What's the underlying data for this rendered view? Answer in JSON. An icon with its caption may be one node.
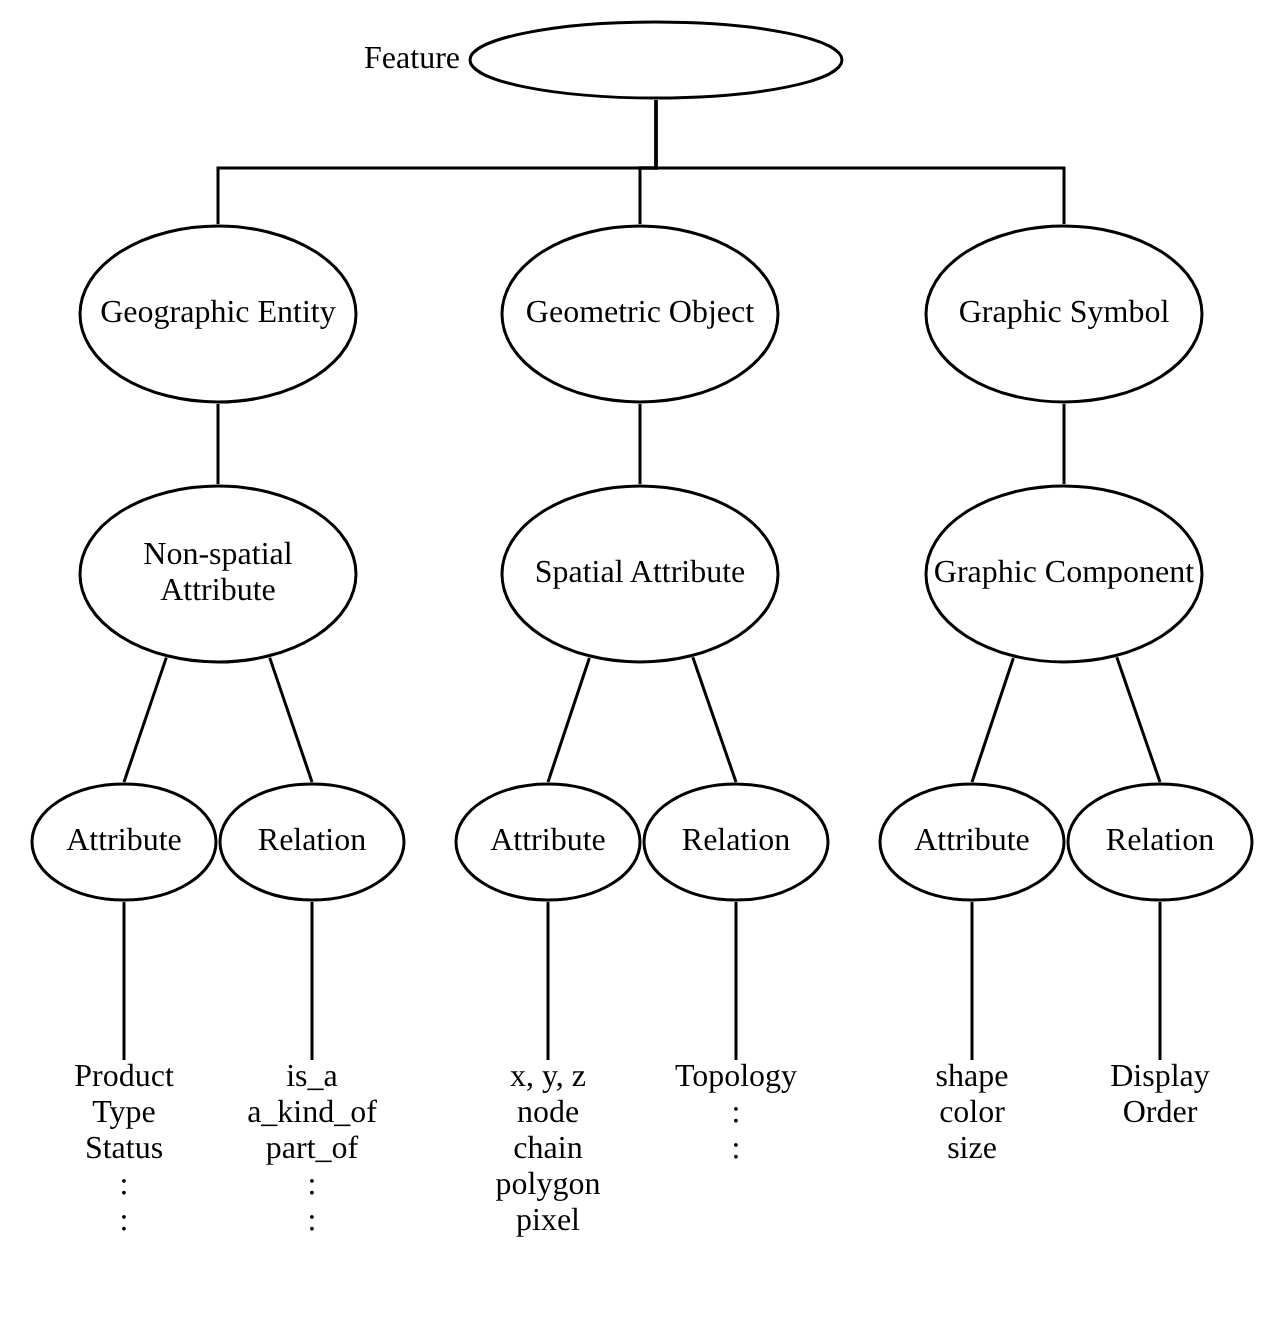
{
  "diagram": {
    "nodes": [
      {
        "text": [
          "Feature"
        ]
      },
      {
        "text": [
          "Geographic Entity"
        ]
      },
      {
        "text": [
          "Geometric Object"
        ]
      },
      {
        "text": [
          "Graphic Symbol"
        ]
      },
      {
        "text": [
          "Non-spatial Attribute"
        ]
      },
      {
        "text": [
          "Spatial Attribute"
        ]
      },
      {
        "text": [
          "Graphic Component"
        ]
      },
      {
        "text": [
          "Attribute"
        ]
      },
      {
        "text": [
          "Relation"
        ]
      },
      {
        "text": [
          "Attribute"
        ]
      },
      {
        "text": [
          "Relation"
        ]
      },
      {
        "text": [
          "Attribute"
        ]
      },
      {
        "text": [
          "Relation"
        ]
      },
      {
        "text": [
          "Product",
          "Type",
          "Status",
          ":",
          ":"
        ]
      },
      {
        "text": [
          "is_a",
          "a_kind_of",
          "part_of",
          ":",
          ":"
        ]
      },
      {
        "text": [
          "x, y, z",
          "node",
          "chain",
          "polygon",
          "pixel"
        ]
      },
      {
        "text": [
          "Topology",
          ":",
          ":"
        ]
      },
      {
        "text": [
          "shape",
          "color",
          "size"
        ]
      },
      {
        "text": [
          "Display",
          "Order"
        ]
      }
    ],
    "edges": [
      {
        "from": 0,
        "to": 1,
        "arrow": "none"
      },
      {
        "from": 0,
        "to": 2,
        "arrow": "none"
      },
      {
        "from": 0,
        "to": 3,
        "arrow": "none"
      },
      {
        "from": 1,
        "to": 4,
        "arrow": "none"
      },
      {
        "from": 2,
        "to": 5,
        "arrow": "none"
      },
      {
        "from": 3,
        "to": 6,
        "arrow": "none"
      },
      {
        "from": 4,
        "to": 7,
        "arrow": "none"
      },
      {
        "from": 4,
        "to": 8,
        "arrow": "none"
      },
      {
        "from": 5,
        "to": 9,
        "arrow": "none"
      },
      {
        "from": 5,
        "to": 10,
        "arrow": "none"
      },
      {
        "from": 6,
        "to": 11,
        "arrow": "none"
      },
      {
        "from": 6,
        "to": 12,
        "arrow": "none"
      },
      {
        "from": 7,
        "to": 13,
        "arrow": "none"
      },
      {
        "from": 8,
        "to": 14,
        "arrow": "none"
      },
      {
        "from": 9,
        "to": 15,
        "arrow": "none"
      },
      {
        "from": 10,
        "to": 16,
        "arrow": "none"
      },
      {
        "from": 11,
        "to": 17,
        "arrow": "none"
      },
      {
        "from": 12,
        "to": 18,
        "arrow": "none"
      }
    ]
  }
}
